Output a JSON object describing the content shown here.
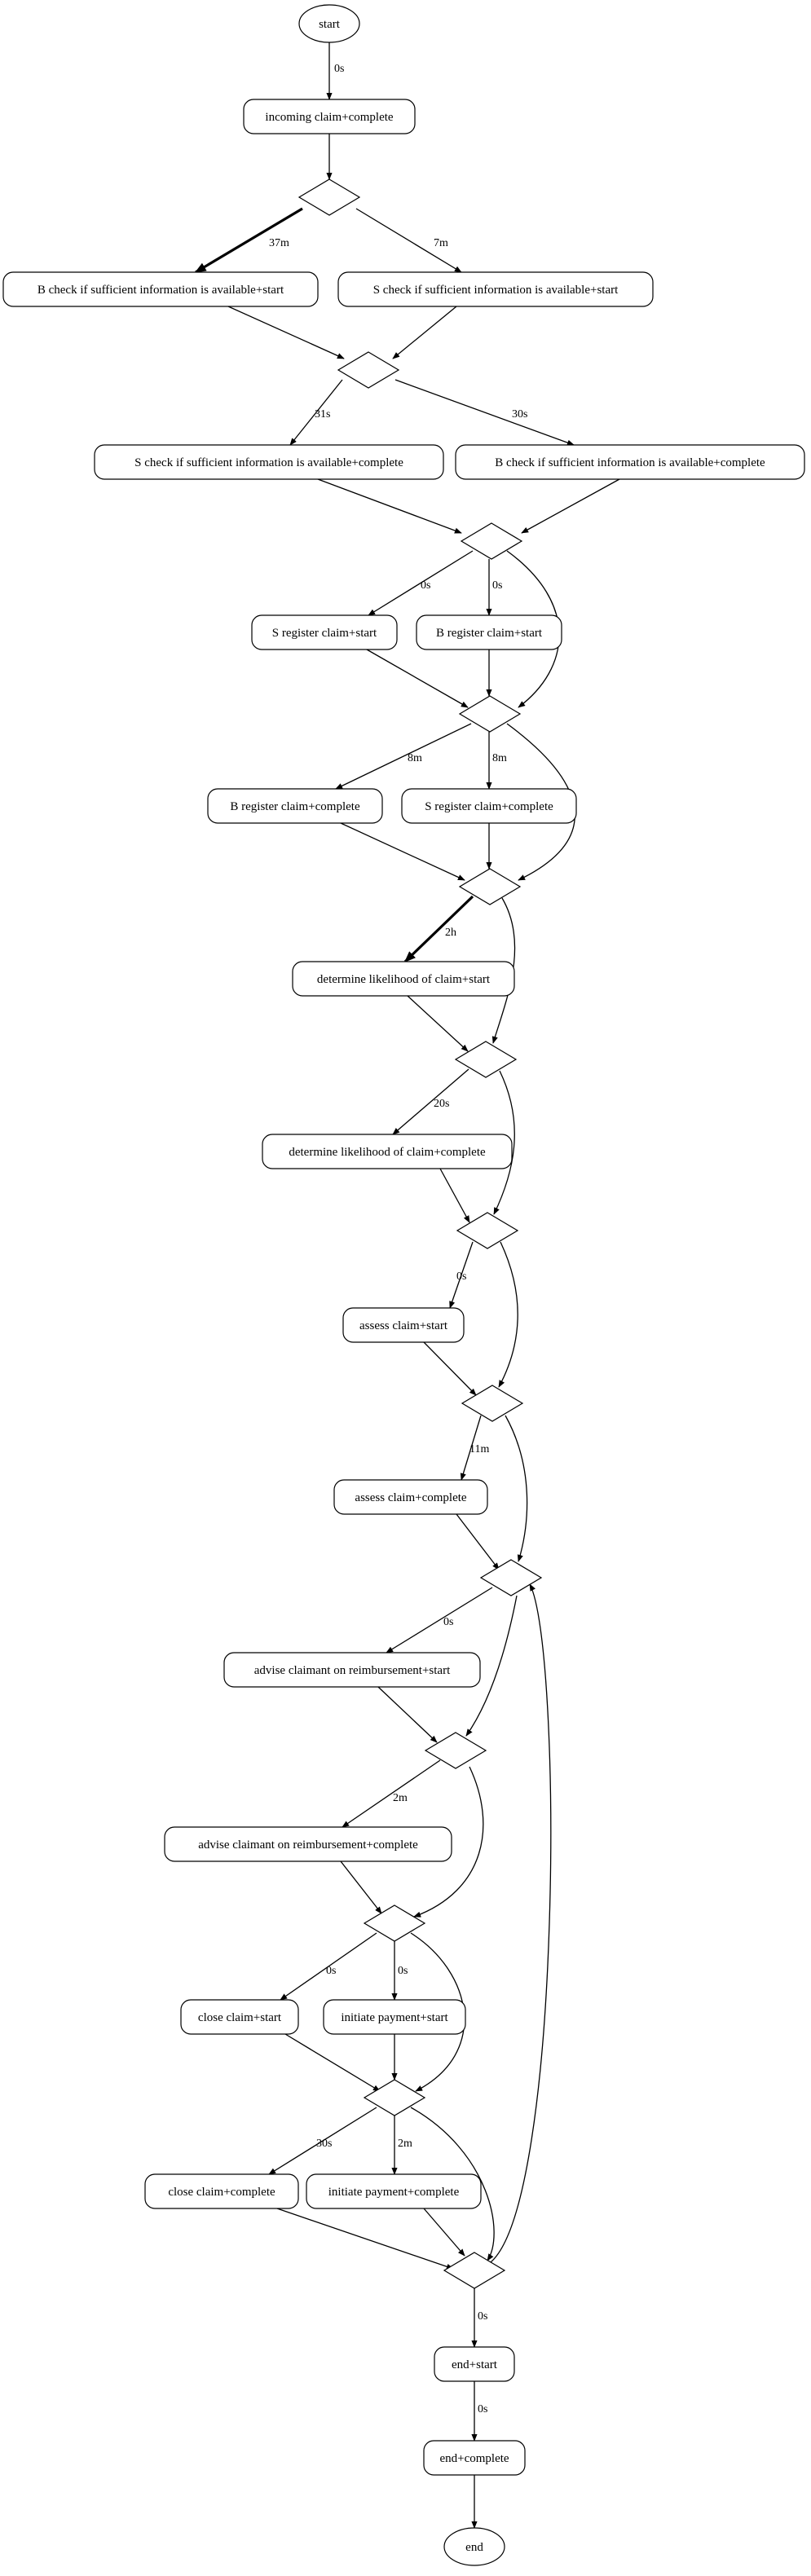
{
  "nodes": [
    {
      "id": "start",
      "type": "terminal",
      "label": "start"
    },
    {
      "id": "incoming",
      "type": "activity",
      "label": "incoming claim+complete"
    },
    {
      "id": "g1",
      "type": "gateway"
    },
    {
      "id": "b_check_start",
      "type": "activity",
      "label": "B check if sufficient information is available+start"
    },
    {
      "id": "s_check_start",
      "type": "activity",
      "label": "S check if sufficient information is available+start"
    },
    {
      "id": "g2",
      "type": "gateway"
    },
    {
      "id": "s_check_complete",
      "type": "activity",
      "label": "S check if sufficient information is available+complete"
    },
    {
      "id": "b_check_complete",
      "type": "activity",
      "label": "B check if sufficient information is available+complete"
    },
    {
      "id": "g3",
      "type": "gateway"
    },
    {
      "id": "s_reg_start",
      "type": "activity",
      "label": "S register claim+start"
    },
    {
      "id": "b_reg_start",
      "type": "activity",
      "label": "B register claim+start"
    },
    {
      "id": "g4",
      "type": "gateway"
    },
    {
      "id": "b_reg_complete",
      "type": "activity",
      "label": "B register claim+complete"
    },
    {
      "id": "s_reg_complete",
      "type": "activity",
      "label": "S register claim+complete"
    },
    {
      "id": "g5",
      "type": "gateway"
    },
    {
      "id": "det_start",
      "type": "activity",
      "label": "determine likelihood of claim+start"
    },
    {
      "id": "g6",
      "type": "gateway"
    },
    {
      "id": "det_complete",
      "type": "activity",
      "label": "determine likelihood of claim+complete"
    },
    {
      "id": "g7",
      "type": "gateway"
    },
    {
      "id": "assess_start",
      "type": "activity",
      "label": "assess claim+start"
    },
    {
      "id": "g8",
      "type": "gateway"
    },
    {
      "id": "assess_complete",
      "type": "activity",
      "label": "assess claim+complete"
    },
    {
      "id": "g9",
      "type": "gateway"
    },
    {
      "id": "advise_start",
      "type": "activity",
      "label": "advise claimant on reimbursement+start"
    },
    {
      "id": "g10",
      "type": "gateway"
    },
    {
      "id": "advise_complete",
      "type": "activity",
      "label": "advise claimant on reimbursement+complete"
    },
    {
      "id": "g11",
      "type": "gateway"
    },
    {
      "id": "close_start",
      "type": "activity",
      "label": "close claim+start"
    },
    {
      "id": "pay_start",
      "type": "activity",
      "label": "initiate payment+start"
    },
    {
      "id": "g12",
      "type": "gateway"
    },
    {
      "id": "close_complete",
      "type": "activity",
      "label": "close claim+complete"
    },
    {
      "id": "pay_complete",
      "type": "activity",
      "label": "initiate payment+complete"
    },
    {
      "id": "g13",
      "type": "gateway"
    },
    {
      "id": "end_start",
      "type": "activity",
      "label": "end+start"
    },
    {
      "id": "end_complete",
      "type": "activity",
      "label": "end+complete"
    },
    {
      "id": "end",
      "type": "terminal",
      "label": "end"
    }
  ],
  "edges": [
    {
      "from": "start",
      "to": "incoming",
      "label": "0s"
    },
    {
      "from": "incoming",
      "to": "g1",
      "label": ""
    },
    {
      "from": "g1",
      "to": "b_check_start",
      "label": "37m",
      "bold": true
    },
    {
      "from": "g1",
      "to": "s_check_start",
      "label": "7m"
    },
    {
      "from": "b_check_start",
      "to": "g2",
      "label": ""
    },
    {
      "from": "s_check_start",
      "to": "g2",
      "label": ""
    },
    {
      "from": "g2",
      "to": "s_check_complete",
      "label": "31s"
    },
    {
      "from": "g2",
      "to": "b_check_complete",
      "label": "30s"
    },
    {
      "from": "s_check_complete",
      "to": "g3",
      "label": ""
    },
    {
      "from": "b_check_complete",
      "to": "g3",
      "label": ""
    },
    {
      "from": "g3",
      "to": "s_reg_start",
      "label": "0s"
    },
    {
      "from": "g3",
      "to": "b_reg_start",
      "label": "0s"
    },
    {
      "from": "g3",
      "to": "g4",
      "label": ""
    },
    {
      "from": "s_reg_start",
      "to": "g4",
      "label": ""
    },
    {
      "from": "b_reg_start",
      "to": "g4",
      "label": ""
    },
    {
      "from": "g4",
      "to": "b_reg_complete",
      "label": "8m"
    },
    {
      "from": "g4",
      "to": "s_reg_complete",
      "label": "8m"
    },
    {
      "from": "g4",
      "to": "g5",
      "label": ""
    },
    {
      "from": "b_reg_complete",
      "to": "g5",
      "label": ""
    },
    {
      "from": "s_reg_complete",
      "to": "g5",
      "label": ""
    },
    {
      "from": "g5",
      "to": "det_start",
      "label": "2h",
      "bold": true
    },
    {
      "from": "g5",
      "to": "g6",
      "label": ""
    },
    {
      "from": "det_start",
      "to": "g6",
      "label": ""
    },
    {
      "from": "g6",
      "to": "det_complete",
      "label": "20s"
    },
    {
      "from": "g6",
      "to": "g7",
      "label": ""
    },
    {
      "from": "det_complete",
      "to": "g7",
      "label": ""
    },
    {
      "from": "g7",
      "to": "assess_start",
      "label": "0s"
    },
    {
      "from": "g7",
      "to": "g8",
      "label": ""
    },
    {
      "from": "assess_start",
      "to": "g8",
      "label": ""
    },
    {
      "from": "g8",
      "to": "assess_complete",
      "label": "11m"
    },
    {
      "from": "g8",
      "to": "g9",
      "label": ""
    },
    {
      "from": "assess_complete",
      "to": "g9",
      "label": ""
    },
    {
      "from": "g9",
      "to": "advise_start",
      "label": "0s"
    },
    {
      "from": "g9",
      "to": "g10",
      "label": ""
    },
    {
      "from": "advise_start",
      "to": "g10",
      "label": ""
    },
    {
      "from": "g10",
      "to": "advise_complete",
      "label": "2m"
    },
    {
      "from": "g10",
      "to": "g11",
      "label": ""
    },
    {
      "from": "advise_complete",
      "to": "g11",
      "label": ""
    },
    {
      "from": "g11",
      "to": "close_start",
      "label": "0s"
    },
    {
      "from": "g11",
      "to": "pay_start",
      "label": "0s"
    },
    {
      "from": "g11",
      "to": "g12",
      "label": ""
    },
    {
      "from": "close_start",
      "to": "g12",
      "label": ""
    },
    {
      "from": "pay_start",
      "to": "g12",
      "label": ""
    },
    {
      "from": "g12",
      "to": "close_complete",
      "label": "30s"
    },
    {
      "from": "g12",
      "to": "pay_complete",
      "label": "2m"
    },
    {
      "from": "g12",
      "to": "g13",
      "label": ""
    },
    {
      "from": "close_complete",
      "to": "g13",
      "label": ""
    },
    {
      "from": "pay_complete",
      "to": "g13",
      "label": ""
    },
    {
      "from": "g13",
      "to": "g9",
      "label": ""
    },
    {
      "from": "g13",
      "to": "end_start",
      "label": "0s"
    },
    {
      "from": "end_start",
      "to": "end_complete",
      "label": "0s"
    },
    {
      "from": "end_complete",
      "to": "end",
      "label": ""
    }
  ]
}
